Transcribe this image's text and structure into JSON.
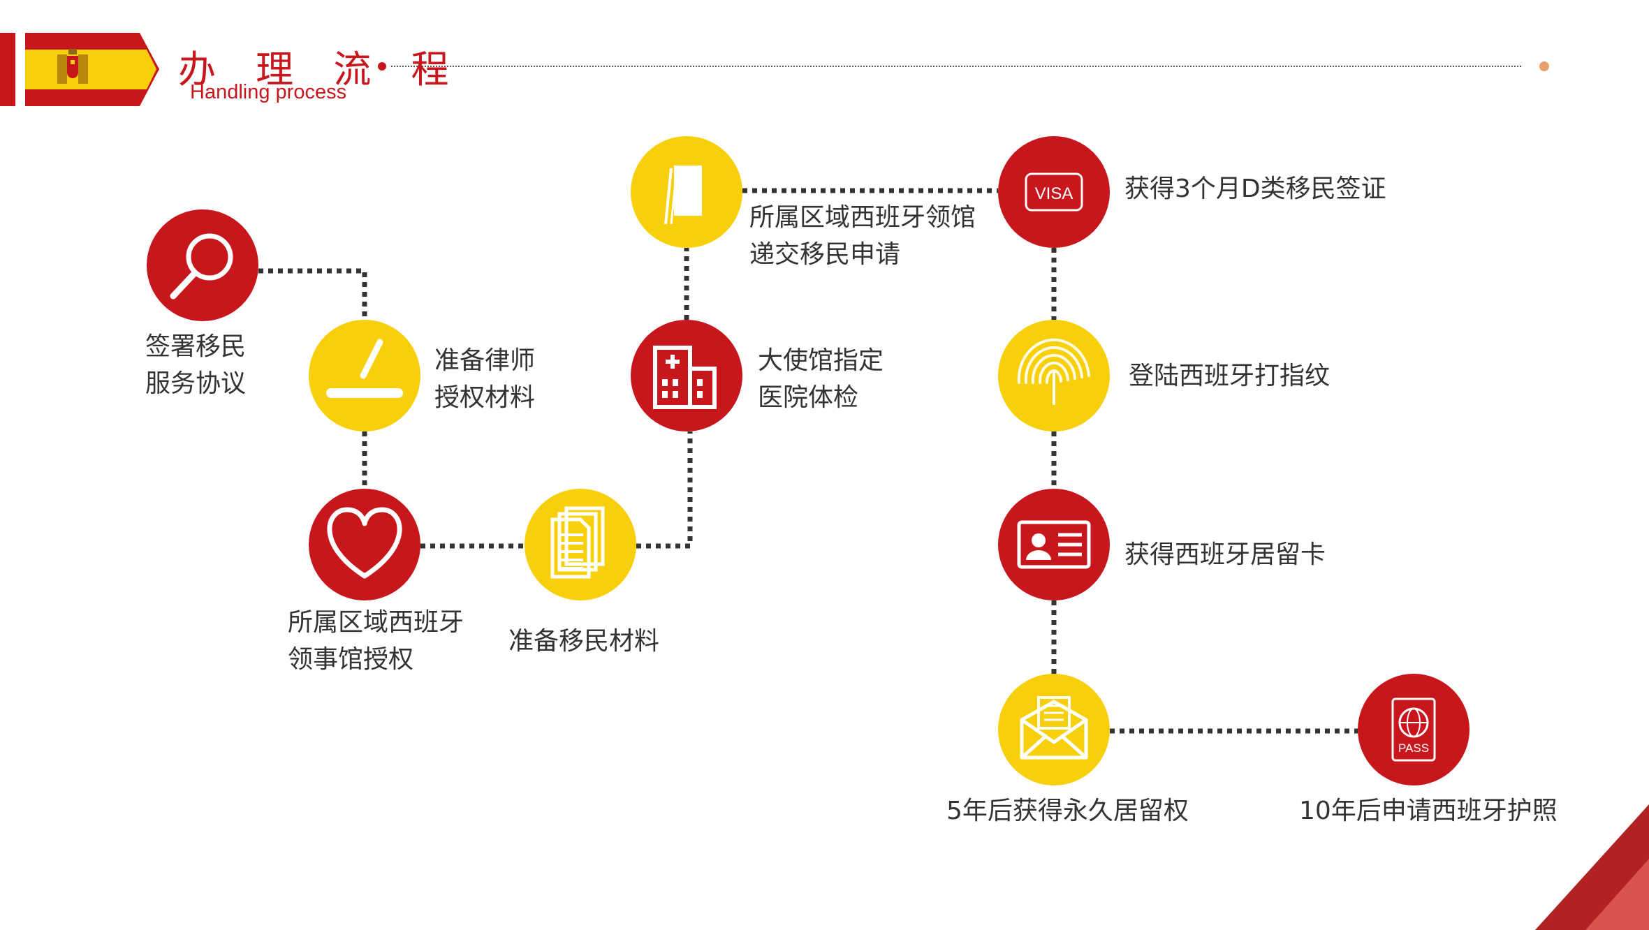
{
  "header": {
    "title": "办 理 流 程",
    "subtitle": "Handling process"
  },
  "colors": {
    "red": "#c8161d",
    "yellow": "#f7cf0a",
    "connector": "#333333",
    "text": "#333333"
  },
  "steps": [
    {
      "icon": "magnifier-icon",
      "color": "red",
      "lines": [
        "签署移民",
        "服务协议"
      ]
    },
    {
      "icon": "pen-icon",
      "color": "yellow",
      "lines": [
        "准备律师",
        "授权材料"
      ]
    },
    {
      "icon": "heart-icon",
      "color": "red",
      "lines": [
        "所属区域西班牙",
        "领事馆授权"
      ]
    },
    {
      "icon": "documents-icon",
      "color": "yellow",
      "lines": [
        "准备移民材料"
      ]
    },
    {
      "icon": "hospital-icon",
      "color": "red",
      "lines": [
        "大使馆指定",
        "医院体检"
      ]
    },
    {
      "icon": "folder-icon",
      "color": "yellow",
      "lines": [
        "所属区域西班牙领馆",
        "递交移民申请"
      ]
    },
    {
      "icon": "visa-icon",
      "color": "red",
      "icon_text": "VISA",
      "lines": [
        "获得3个月D类移民签证"
      ]
    },
    {
      "icon": "fingerprint-icon",
      "color": "yellow",
      "lines": [
        "登陆西班牙打指纹"
      ]
    },
    {
      "icon": "id-card-icon",
      "color": "red",
      "lines": [
        "获得西班牙居留卡"
      ]
    },
    {
      "icon": "envelope-icon",
      "color": "yellow",
      "lines": [
        "5年后获得永久居留权"
      ]
    },
    {
      "icon": "passport-icon",
      "color": "red",
      "icon_text": "PASS",
      "lines": [
        "10年后申请西班牙护照"
      ]
    }
  ]
}
